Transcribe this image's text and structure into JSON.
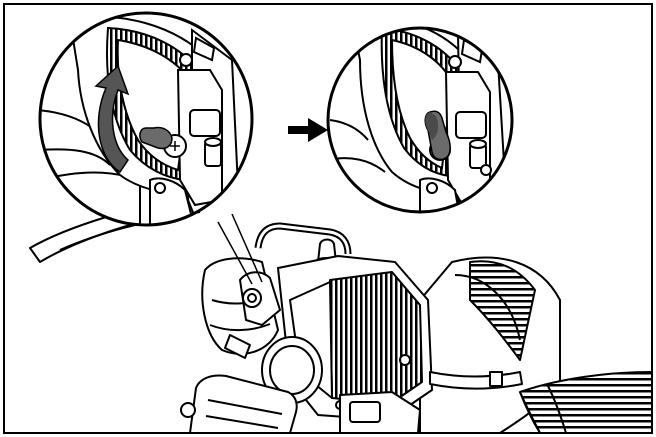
{
  "figure": {
    "arrow_icon": "arrow-right-icon",
    "callouts": [
      {
        "id": "before",
        "shows": "choke-lever-closed",
        "motion_icon": "curved-arrow-up-icon"
      },
      {
        "id": "after",
        "shows": "choke-lever-open"
      }
    ],
    "colors": {
      "line": "#000000",
      "background": "#ffffff",
      "lever": "#6b6b6b",
      "lever_shade": "#4a4a4a",
      "motion_arrow": "#555555"
    }
  }
}
